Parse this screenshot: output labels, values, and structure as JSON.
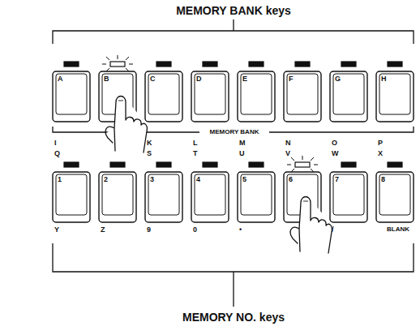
{
  "diagram": {
    "nodes": [
      {
        "text": [
          "A"
        ]
      },
      {
        "text": [
          "B"
        ]
      },
      {
        "text": [
          "C"
        ]
      },
      {
        "text": [
          "D"
        ]
      },
      {
        "text": [
          "E"
        ]
      },
      {
        "text": [
          "F"
        ]
      },
      {
        "text": [
          "G"
        ]
      },
      {
        "text": [
          "H"
        ]
      },
      {
        "text": [
          "1"
        ]
      },
      {
        "text": [
          "2"
        ]
      },
      {
        "text": [
          "3"
        ]
      },
      {
        "text": [
          "4"
        ]
      },
      {
        "text": [
          "5"
        ]
      },
      {
        "text": [
          "6"
        ]
      },
      {
        "text": [
          "7"
        ]
      },
      {
        "text": [
          "8"
        ]
      }
    ],
    "labels": [
      "MEMORY BANK keys",
      "MEMORY BANK",
      "I",
      "Q",
      "K",
      "S",
      "L",
      "T",
      "M",
      "U",
      "N",
      "V",
      "O",
      "W",
      "P",
      "X",
      "Y",
      "Z",
      "9",
      "0",
      "•",
      "/",
      "BLANK",
      "MEMORY NO. keys"
    ]
  }
}
